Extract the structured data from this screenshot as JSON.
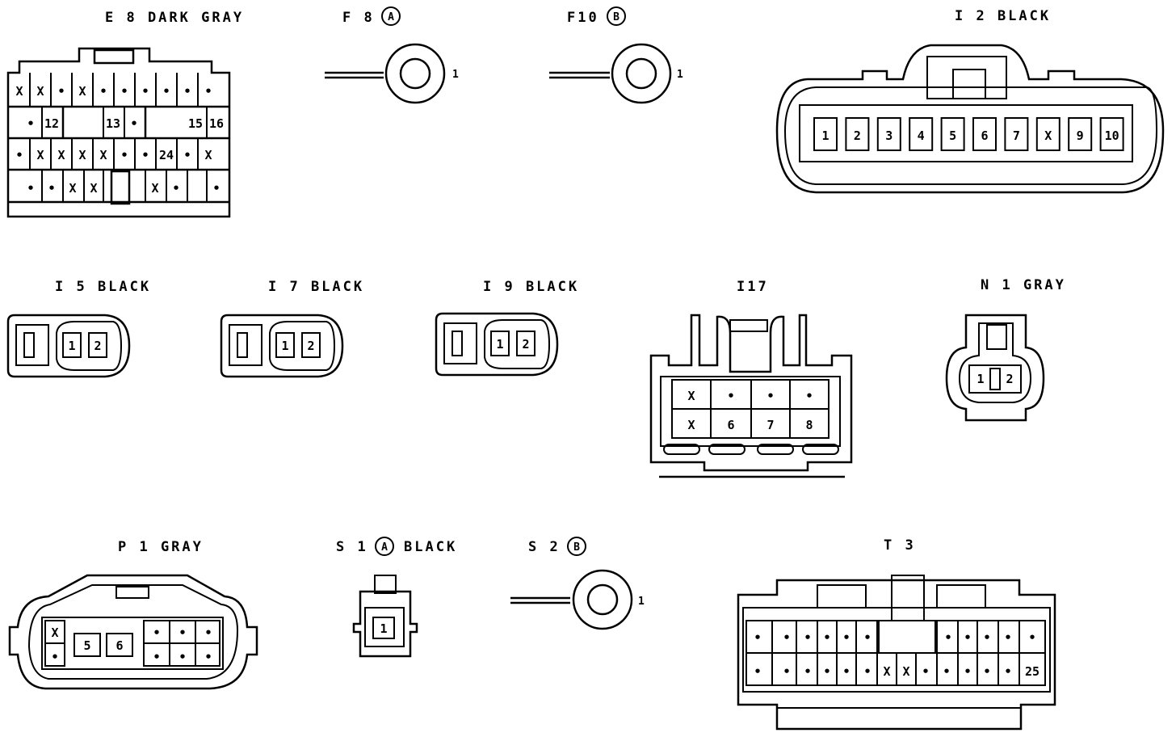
{
  "connectors": {
    "e8": {
      "title": "E 8 DARK GRAY",
      "row1": [
        "X",
        "X",
        "•",
        "X",
        "•",
        "•",
        "•",
        "•",
        "•",
        "•"
      ],
      "row2": [
        "•",
        "12",
        "13",
        "•",
        "15",
        "16"
      ],
      "row3": [
        "•",
        "X",
        "X",
        "X",
        "X",
        "•",
        "•",
        "24",
        "•",
        "X"
      ],
      "row4": [
        "•",
        "•",
        "X",
        "X",
        "X",
        "•",
        "•"
      ]
    },
    "f8": {
      "title_prefix": "F 8",
      "badge": "A",
      "pin": "1"
    },
    "f10": {
      "title_prefix": "F10",
      "badge": "B",
      "pin": "1"
    },
    "i2": {
      "title": "I 2 BLACK",
      "pins": [
        "1",
        "2",
        "3",
        "4",
        "5",
        "6",
        "7",
        "X",
        "9",
        "10"
      ]
    },
    "i5": {
      "title": "I 5 BLACK",
      "pins": [
        "1",
        "2"
      ]
    },
    "i7": {
      "title": "I 7 BLACK",
      "pins": [
        "1",
        "2"
      ]
    },
    "i9": {
      "title": "I 9 BLACK",
      "pins": [
        "1",
        "2"
      ]
    },
    "i17": {
      "title": "I17",
      "row1": [
        "X",
        "•",
        "•",
        "•"
      ],
      "row2": [
        "X",
        "6",
        "7",
        "8"
      ]
    },
    "n1": {
      "title": "N 1 GRAY",
      "pins": [
        "1",
        "2"
      ]
    },
    "p1": {
      "title": "P 1 GRAY",
      "left": [
        "X",
        "•"
      ],
      "mid": [
        "5",
        "6"
      ],
      "right_row1": [
        "•",
        "•",
        "•"
      ],
      "right_row2": [
        "•",
        "•",
        "•"
      ]
    },
    "s1": {
      "title_prefix": "S 1",
      "badge": "A",
      "title_suffix": "BLACK",
      "pin": "1"
    },
    "s2": {
      "title_prefix": "S 2",
      "badge": "B",
      "pin": "1"
    },
    "t3": {
      "title": "T 3",
      "row1": [
        "•",
        "•",
        "•",
        "•",
        "•",
        "•",
        "•",
        "•",
        "•",
        "•",
        "•",
        "•",
        "•",
        "•"
      ],
      "row2": [
        "•",
        "•",
        "•",
        "•",
        "•",
        "•",
        "X",
        "X",
        "•",
        "•",
        "•",
        "•",
        "•",
        "•",
        "25"
      ]
    }
  }
}
